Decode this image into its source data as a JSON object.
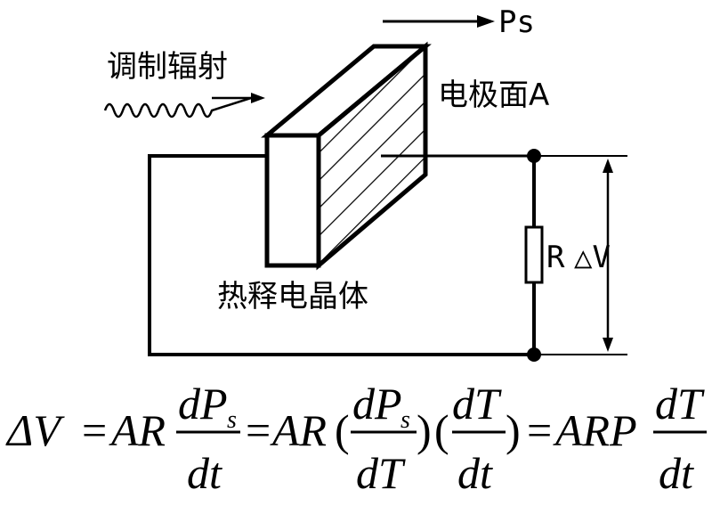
{
  "labels": {
    "ps": "Ps",
    "modulated_radiation": "调制辐射",
    "electrode_face": "电极面A",
    "crystal": "热释电晶体",
    "resistor": "R",
    "delta_v": "△V"
  },
  "equation": {
    "lhs": "ΔV",
    "eq1": "=",
    "ar1": "AR",
    "f1_num": "dP",
    "f1_sub": "s",
    "f1_den": "dt",
    "eq2": "=",
    "ar2": "AR",
    "lp1": "(",
    "f2_num": "dP",
    "f2_sub": "s",
    "f2_den": "dT",
    "rp1": ")",
    "lp2": "(",
    "f3_num": "dT",
    "f3_den": "dt",
    "rp2": ")",
    "eq3": "=",
    "arp": "ARP",
    "f4_num": "dT",
    "f4_den": "dt"
  }
}
